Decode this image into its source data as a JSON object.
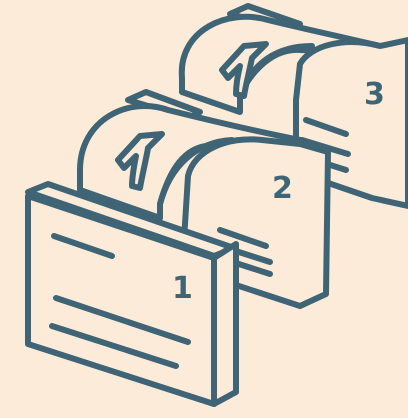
{
  "colors": {
    "background": "#FCEBD9",
    "stroke": "#3F6475",
    "fill": "#FCEBD9"
  },
  "icons": [
    "card-front-icon",
    "card-middle-icon",
    "card-back-icon",
    "up-arrow-icon"
  ],
  "cards": [
    {
      "number": "1"
    },
    {
      "number": "2"
    },
    {
      "number": "3"
    }
  ]
}
